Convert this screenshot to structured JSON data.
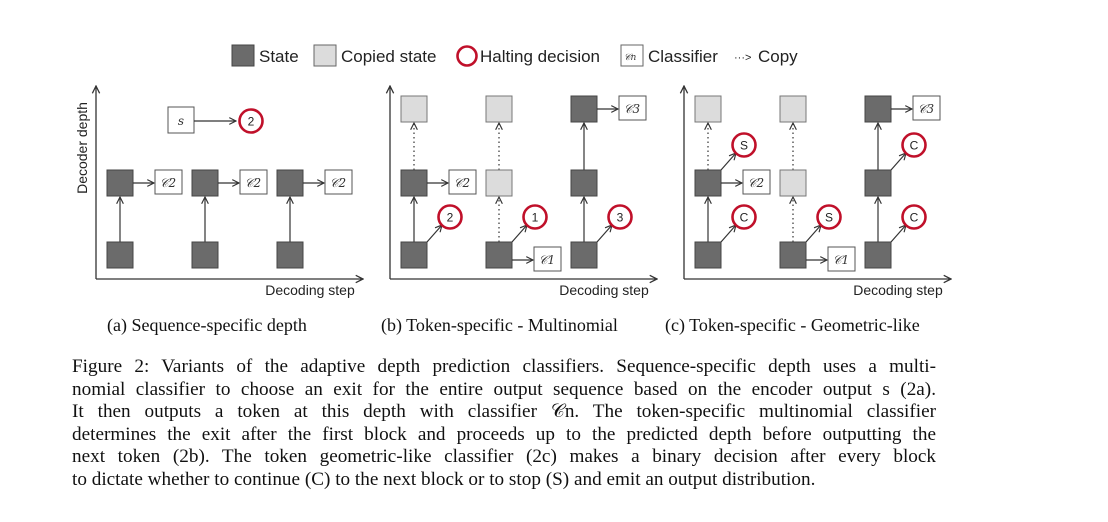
{
  "legend": {
    "state": "State",
    "copied_state": "Copied state",
    "halting_decision": "Halting decision",
    "classifier_symbol": "𝒞n",
    "classifier": "Classifier",
    "copy_arrow": "···>",
    "copy": "Copy"
  },
  "colors": {
    "state": "#6b6b6b",
    "copied_state": "#dcdcdc",
    "halting": "#c0102a",
    "classifier_bg": "#ffffff",
    "edge": "#333333"
  },
  "axes": {
    "ylabel": "Decoder depth",
    "xlabel": "Decoding step"
  },
  "panels": [
    {
      "id": "a",
      "caption": "(a) Sequence-specific depth",
      "seq_box": "S",
      "seq_circle": "2",
      "columns": [
        {
          "nodes": [
            "state",
            "state"
          ],
          "classifier_level": 1,
          "classifier": "𝒞2",
          "halts": []
        },
        {
          "nodes": [
            "state",
            "state"
          ],
          "classifier_level": 1,
          "classifier": "𝒞2",
          "halts": []
        },
        {
          "nodes": [
            "state",
            "state"
          ],
          "classifier_level": 1,
          "classifier": "𝒞2",
          "halts": []
        }
      ]
    },
    {
      "id": "b",
      "caption": "(b) Token-specific - Multinomial",
      "columns": [
        {
          "nodes": [
            "state",
            "state",
            "copied"
          ],
          "classifier_level": 1,
          "classifier": "𝒞2",
          "halts": [
            {
              "level": 0,
              "label": "2"
            }
          ]
        },
        {
          "nodes": [
            "state",
            "copied",
            "copied"
          ],
          "classifier_level": 0,
          "classifier": "𝒞1",
          "halts": [
            {
              "level": 0,
              "label": "1"
            }
          ]
        },
        {
          "nodes": [
            "state",
            "state",
            "state"
          ],
          "classifier_level": 2,
          "classifier": "𝒞3",
          "halts": [
            {
              "level": 0,
              "label": "3"
            }
          ]
        }
      ]
    },
    {
      "id": "c",
      "caption": "(c) Token-specific - Geometric-like",
      "columns": [
        {
          "nodes": [
            "state",
            "state",
            "copied"
          ],
          "classifier_level": 1,
          "classifier": "𝒞2",
          "halts": [
            {
              "level": 0,
              "label": "C"
            },
            {
              "level": 1,
              "label": "S"
            }
          ]
        },
        {
          "nodes": [
            "state",
            "copied",
            "copied"
          ],
          "classifier_level": 0,
          "classifier": "𝒞1",
          "halts": [
            {
              "level": 0,
              "label": "S"
            }
          ]
        },
        {
          "nodes": [
            "state",
            "state",
            "state"
          ],
          "classifier_level": 2,
          "classifier": "𝒞3",
          "halts": [
            {
              "level": 0,
              "label": "C"
            },
            {
              "level": 1,
              "label": "C"
            }
          ]
        }
      ]
    }
  ],
  "caption": {
    "lines": [
      "Figure 2: Variants of the adaptive depth prediction classifiers. Sequence-specific depth uses a multi-",
      "nomial classifier to choose an exit for the entire output sequence based on the encoder output s (2a).",
      "It then outputs a token at this depth with classifier 𝒞n. The token-specific multinomial classifier",
      "determines the exit after the first block and proceeds up to the predicted depth before outputting the",
      "next token (2b). The token geometric-like classifier (2c) makes a binary decision after every block",
      "to dictate whether to continue (C) to the next block or to stop (S) and emit an output distribution."
    ]
  }
}
